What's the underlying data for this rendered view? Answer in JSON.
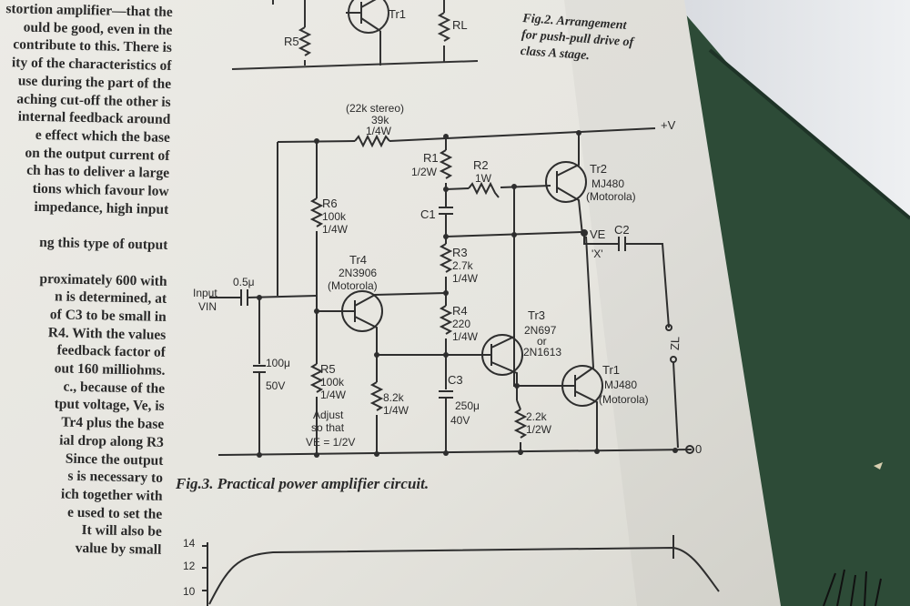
{
  "body_text": [
    "stortion amplifier—that the",
    "ould be good, even in the",
    "contribute to this. There is",
    "ity of the characteristics of",
    "use during the part of the",
    "aching cut-off the other is",
    "internal feedback around",
    "e effect which the base",
    "on the output current of",
    "ch has to deliver a large",
    "tions which favour low",
    "impedance, high input",
    "",
    "ng this type of output",
    "",
    "proximately 600 with",
    "n is determined, at",
    "of C3 to be small in",
    "R4. With the values",
    "feedback factor of",
    "out 160 milliohms.",
    "c., because of the",
    "tput voltage, Ve, is",
    "Tr4 plus the base",
    "ial drop along R3",
    "Since the output",
    "s is necessary to",
    "ich together with",
    "e used to set the",
    "It will also be",
    "value by small"
  ],
  "fig2_caption": [
    "Fig.2. Arrangement",
    "for push-pull drive of",
    "class A stage."
  ],
  "fig3_caption": "Fig.3. Practical power amplifier circuit.",
  "fig2_labels": {
    "r5": "R5",
    "tr1": "Tr1",
    "rl": "RL"
  },
  "labels": {
    "stereo": "(22k stereo)",
    "r39k": "39k",
    "r39k_w": "1/4W",
    "vplus": "+V",
    "r1": "R1",
    "r1_w": "1/2W",
    "r2": "R2",
    "r2_w": "1W",
    "tr2": "Tr2",
    "tr2_part": "MJ480",
    "tr2_mfr": "(Motorola)",
    "c1": "C1",
    "r6": "R6",
    "r6_val": "100k",
    "r6_w": "1/4W",
    "ve": "VE",
    "c2": "C2",
    "x": "'X'",
    "r3": "R3",
    "r3_val": "2.7k",
    "r3_w": "1/4W",
    "tr4": "Tr4",
    "tr4_part": "2N3906",
    "tr4_mfr": "(Motorola)",
    "input": "Input",
    "vin": "VIN",
    "cin": "0.5μ",
    "r4": "R4",
    "r4_val": "220",
    "r4_w": "1/4W",
    "tr3": "Tr3",
    "tr3_part": "2N697",
    "tr3_or": "or",
    "tr3_part2": "2N1613",
    "zl": "ZL",
    "tr1": "Tr1",
    "tr1_part": "MJ480",
    "tr1_mfr": "(Motorola)",
    "c100": "100μ",
    "c100_v": "50V",
    "r5": "R5",
    "r5_val": "100k",
    "r5_w": "1/4W",
    "adjust1": "Adjust",
    "adjust2": "so that",
    "adjust3": "VE = 1/2V",
    "r82k": "8.2k",
    "r82k_w": "1/4W",
    "c3": "C3",
    "c3_val": "250μ",
    "c3_v": "40V",
    "r22k": "2.2k",
    "r22k_w": "1/2W",
    "zero": "0"
  },
  "graph_ticks": [
    "14",
    "12",
    "10"
  ]
}
